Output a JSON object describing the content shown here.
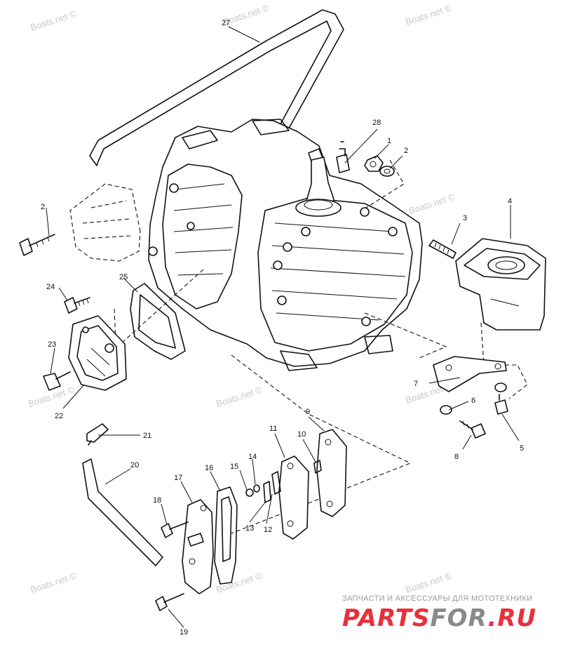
{
  "watermark": {
    "text": "Boats.net ©"
  },
  "callouts": {
    "c1": "1",
    "c2": "2",
    "c3": "3",
    "c4": "4",
    "c5": "5",
    "c6": "6",
    "c7": "7",
    "c8": "8",
    "c9": "9",
    "c10": "10",
    "c11": "11",
    "c12": "12",
    "c13": "13",
    "c14": "14",
    "c15": "15",
    "c16": "16",
    "c17": "17",
    "c18": "18",
    "c19": "19",
    "c20": "20",
    "c21": "21",
    "c22": "22",
    "c23": "23",
    "c24": "24",
    "c25": "25",
    "c26": "2",
    "c27": "27",
    "c28": "28"
  },
  "branding": {
    "tagline": "ЗАПЧАСТИ И АКСЕССУАРЫ ДЛЯ МОТОТЕХНИКИ",
    "logo_part1": "PARTS",
    "logo_part2": "FOR",
    "logo_part3": ".RU"
  },
  "colors": {
    "ink": "#111111",
    "logo_red": "#e8303a",
    "logo_gray": "#8a8a8a",
    "watermark": "#c9c9c9"
  }
}
